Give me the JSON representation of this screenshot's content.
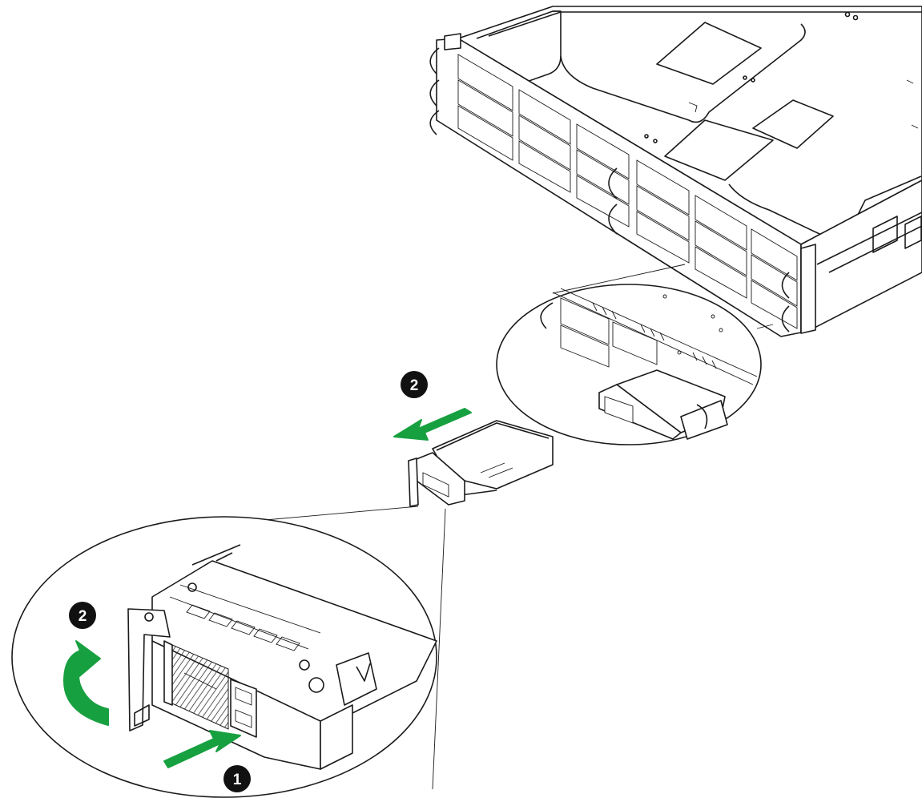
{
  "colors": {
    "line": "#1a1a1a",
    "arrow_green": "#17a040",
    "callout_fill": "#111111",
    "callout_text": "#ffffff",
    "background": "#ffffff"
  },
  "callouts": [
    {
      "id": "step-2-top",
      "label": "2"
    },
    {
      "id": "step-2-detail",
      "label": "2"
    },
    {
      "id": "step-1-detail",
      "label": "1"
    }
  ]
}
